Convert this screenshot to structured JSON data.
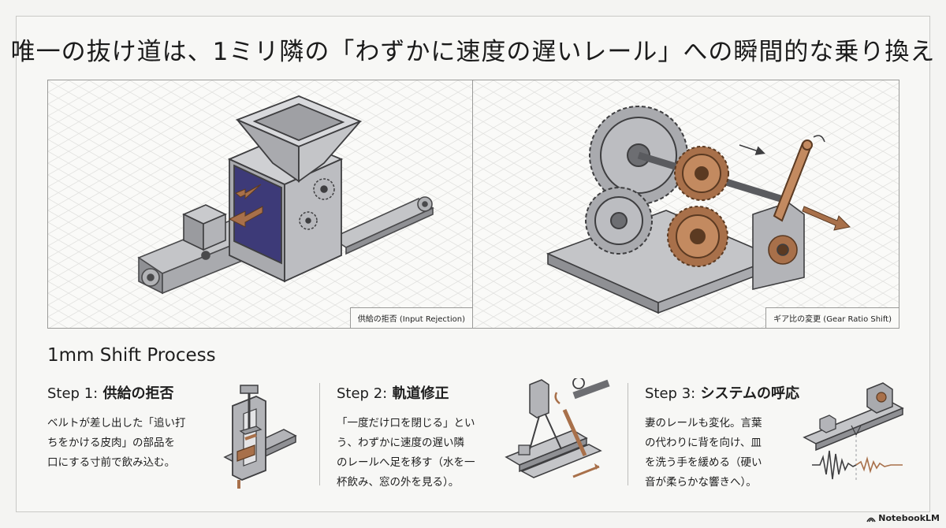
{
  "title": "唯一の抜け道は、1ミリ隣の「わずかに速度の遅いレール」への瞬間的な乗り換え",
  "panels": [
    {
      "caption": "供給の拒否 (Input Rejection)",
      "illustration": "hopper-conveyor-with-reject-arrow"
    },
    {
      "caption": "ギア比の変更 (Gear Ratio Shift)",
      "illustration": "gearbox-with-crank-lever"
    }
  ],
  "process_title": "1mm Shift Process",
  "steps": [
    {
      "label": "Step 1:",
      "title": "供給の拒否",
      "lines": [
        "ベルトが差し出した「追い打",
        "ちをかける皮肉」の部品を",
        "口にする寸前で飲み込む。"
      ],
      "illustration": "clamp-icon"
    },
    {
      "label": "Step 2:",
      "title": "軌道修正",
      "lines": [
        "「一度だけ口を閉じる」とい",
        "う、わずかに速度の遅い隣",
        "のレールへ足を移す（水を一",
        "杯飲み、窓の外を見る）。"
      ],
      "illustration": "rail-switch-icon"
    },
    {
      "label": "Step 3:",
      "title": "システムの呼応",
      "lines": [
        "妻のレールも変化。言葉",
        "の代わりに背を向け、皿",
        "を洗う手を緩める（硬い",
        "音が柔らかな響きへ）。"
      ],
      "illustration": "waveform-conveyor-icon"
    }
  ],
  "footer": {
    "brand": "NotebookLM"
  },
  "colors": {
    "accent_brown": "#a8704a",
    "panel_navy": "#3d3a78",
    "metal_grey": "#a9aaae"
  }
}
